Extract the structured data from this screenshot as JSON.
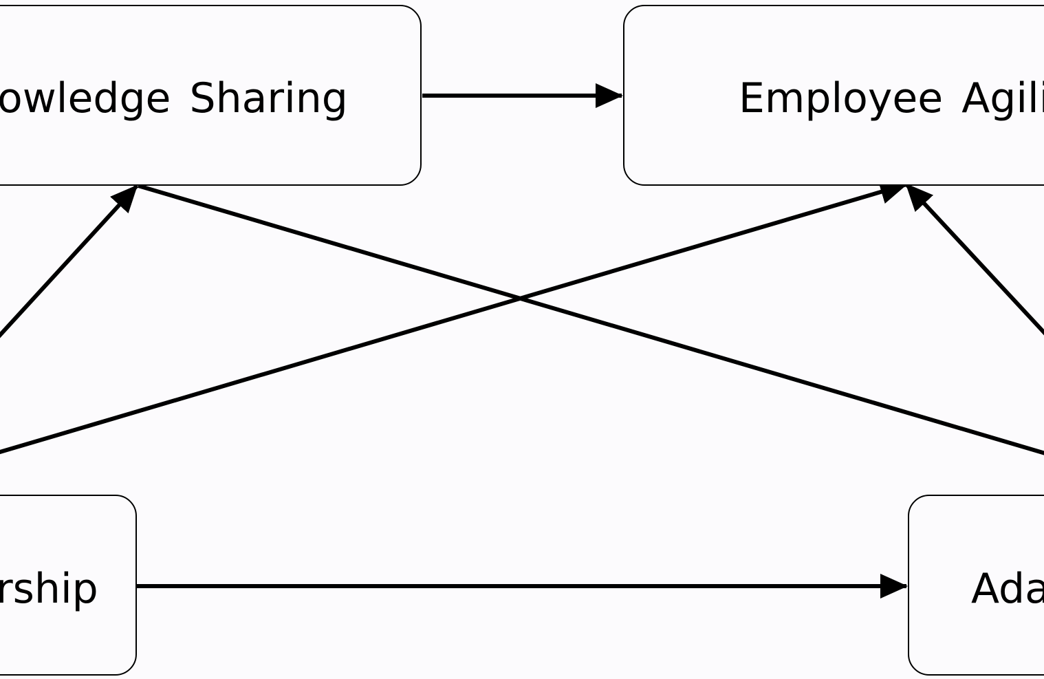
{
  "diagram": {
    "nodes": {
      "knowledge_sharing": {
        "label": "owledge Sharing"
      },
      "employee_agility": {
        "label": "Employee Agilit"
      },
      "leadership": {
        "label": "rship"
      },
      "adaptability": {
        "label": "Ada"
      }
    },
    "edges": [
      {
        "id": "ks-to-ea",
        "from": "knowledge_sharing",
        "to": "employee_agility"
      },
      {
        "id": "left-to-ks",
        "from": "offscreen-left",
        "to": "knowledge_sharing"
      },
      {
        "id": "leader-to-ea",
        "from": "leadership",
        "to": "employee_agility"
      },
      {
        "id": "ks-to-right",
        "from": "knowledge_sharing",
        "to": "offscreen-right"
      },
      {
        "id": "right-to-ea",
        "from": "offscreen-right",
        "to": "employee_agility"
      },
      {
        "id": "leader-to-adapt",
        "from": "leadership",
        "to": "adaptability"
      }
    ],
    "colors": {
      "background": "#fcfbfd",
      "stroke": "#000000"
    }
  }
}
